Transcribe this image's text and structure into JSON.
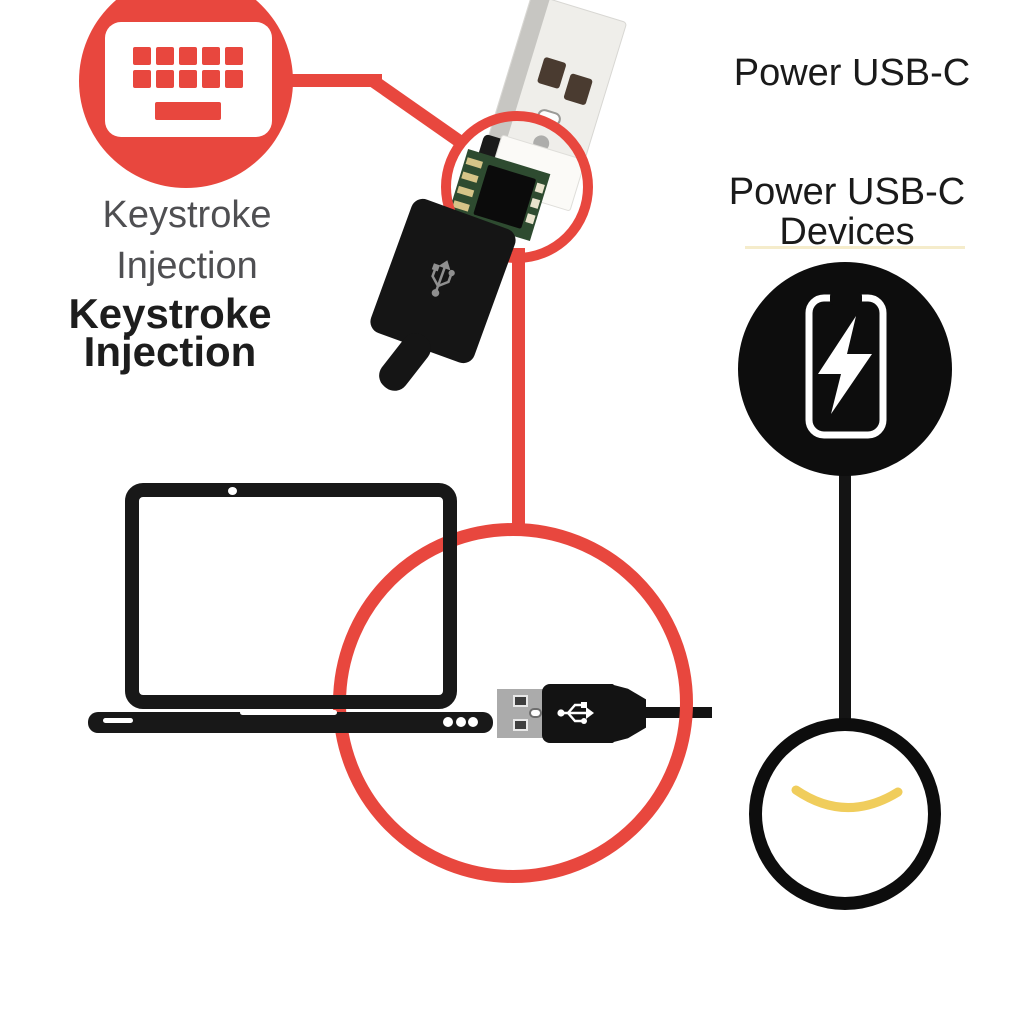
{
  "annotations": {
    "keystroke_light": {
      "line1": "Keystroke",
      "line2": "Injection"
    },
    "keystroke_bold": {
      "line1": "Keystroke",
      "line2": "Injection"
    },
    "power_usbc": "Power USB-C",
    "power_devices": {
      "line1": "Power USB-C",
      "line2": "Devices"
    }
  },
  "icons": {
    "keyboard": "keyboard-icon",
    "usb_trident": "usb-trident-icon",
    "phone_charging": "phone-charging-icon",
    "lightning": "lightning-bolt-icon",
    "laptop": "laptop-icon",
    "smile": "smile-swoosh-icon"
  },
  "colors": {
    "accent_red": "#E8473E",
    "device_black": "#141414",
    "smile_yellow": "#F0CD5C",
    "underline_cream": "#F5ECCB",
    "pcb_green": "#2E4B30",
    "light_text": "#4F4F52",
    "dark_text": "#1D1D1D"
  }
}
